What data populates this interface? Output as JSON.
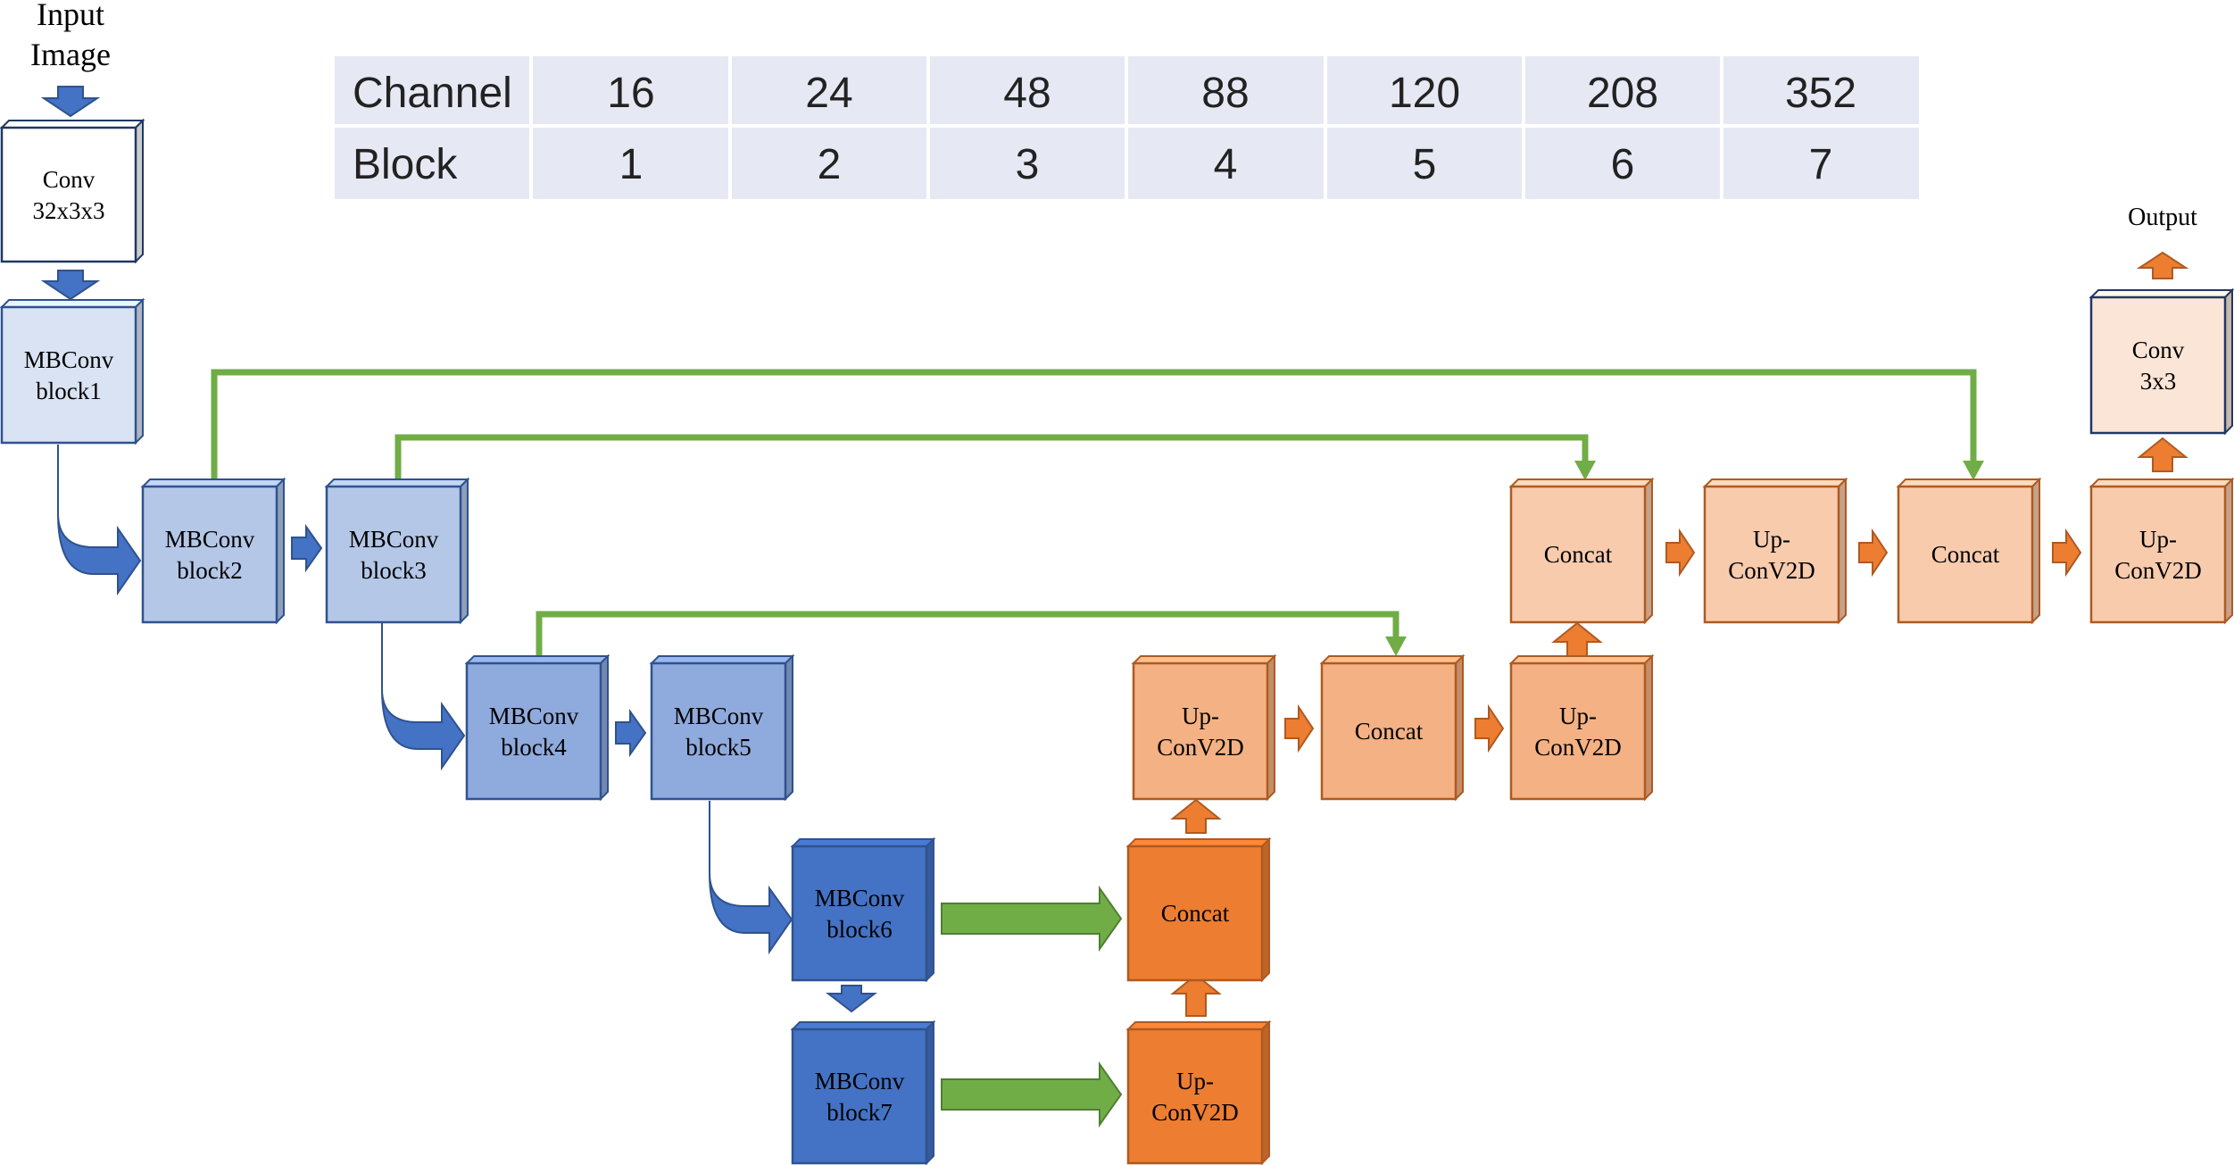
{
  "labels": {
    "input_line1": "Input",
    "input_line2": "Image",
    "output": "Output"
  },
  "table": {
    "rows": [
      {
        "header": "Channel",
        "cells": [
          "16",
          "24",
          "48",
          "88",
          "120",
          "208",
          "352"
        ]
      },
      {
        "header": "Block",
        "cells": [
          "1",
          "2",
          "3",
          "4",
          "5",
          "6",
          "7"
        ]
      }
    ]
  },
  "blocks": {
    "conv_in": {
      "line1": "Conv",
      "line2": "32x3x3"
    },
    "mb1": {
      "line1": "MBConv",
      "line2": "block1"
    },
    "mb2": {
      "line1": "MBConv",
      "line2": "block2"
    },
    "mb3": {
      "line1": "MBConv",
      "line2": "block3"
    },
    "mb4": {
      "line1": "MBConv",
      "line2": "block4"
    },
    "mb5": {
      "line1": "MBConv",
      "line2": "block5"
    },
    "mb6": {
      "line1": "MBConv",
      "line2": "block6"
    },
    "mb7": {
      "line1": "MBConv",
      "line2": "block7"
    },
    "up1": {
      "line1": "Up-",
      "line2": "ConV2D"
    },
    "concat1": {
      "line1": "Concat"
    },
    "up2": {
      "line1": "Up-",
      "line2": "ConV2D"
    },
    "concat2": {
      "line1": "Concat"
    },
    "up3": {
      "line1": "Up-",
      "line2": "ConV2D"
    },
    "concat3": {
      "line1": "Concat"
    },
    "up4": {
      "line1": "Up-",
      "line2": "ConV2D"
    },
    "concat4": {
      "line1": "Concat"
    },
    "up5": {
      "line1": "Up-",
      "line2": "ConV2D"
    },
    "conv_out": {
      "line1": "Conv",
      "line2": "3x3"
    }
  },
  "colors": {
    "table_bg": "#e6e9f3",
    "conv_in_fill": "#ffffff",
    "conv_in_edge": "#1f3864",
    "mb1_fill": "#dae3f3",
    "mb23_fill": "#b4c7e7",
    "mb45_fill": "#8faadc",
    "mb67_fill": "#4472c4",
    "blue_edge": "#2f528f",
    "blue_arrow": "#4472c4",
    "deep_orange": "#ed7d31",
    "mid_orange": "#f4b183",
    "light_orange": "#f8cbad",
    "pale_orange": "#fbe5d6",
    "orange_edge": "#ae5a21",
    "green": "#70ad47",
    "green_edge": "#507e32"
  }
}
